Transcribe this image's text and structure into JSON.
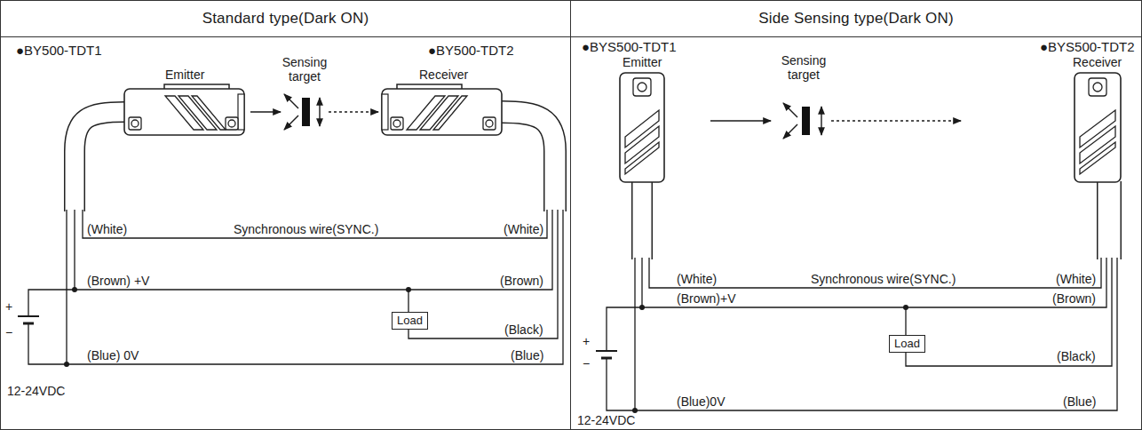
{
  "diagram": {
    "nodes": [
      {
        "text": [
          "Standard type(Dark ON)"
        ]
      },
      {
        "text": [
          "Load"
        ],
        "in": 0
      },
      {
        "text": [
          "Side Sensing type(Dark ON)"
        ]
      },
      {
        "text": [
          "Load"
        ],
        "in": 2
      }
    ],
    "labels": [
      "●BY500-TDT1",
      "●BY500-TDT2",
      "Emitter",
      "Sensing target",
      "Receiver",
      "(White)",
      "Synchronous wire(SYNC.)",
      "(White)",
      "(Brown) +V",
      "(Brown)",
      "(Black)",
      "(Blue) 0V",
      "(Blue)",
      "+",
      "−",
      "12-24VDC",
      "●BYS500-TDT1",
      "●BYS500-TDT2",
      "Emitter",
      "Sensing target",
      "Receiver",
      "(White)",
      "Synchronous wire(SYNC.)",
      "(White)",
      "(Brown)+V",
      "(Brown)",
      "(Black)",
      "(Blue)0V",
      "(Blue)",
      "+",
      "−",
      "12-24VDC"
    ]
  }
}
